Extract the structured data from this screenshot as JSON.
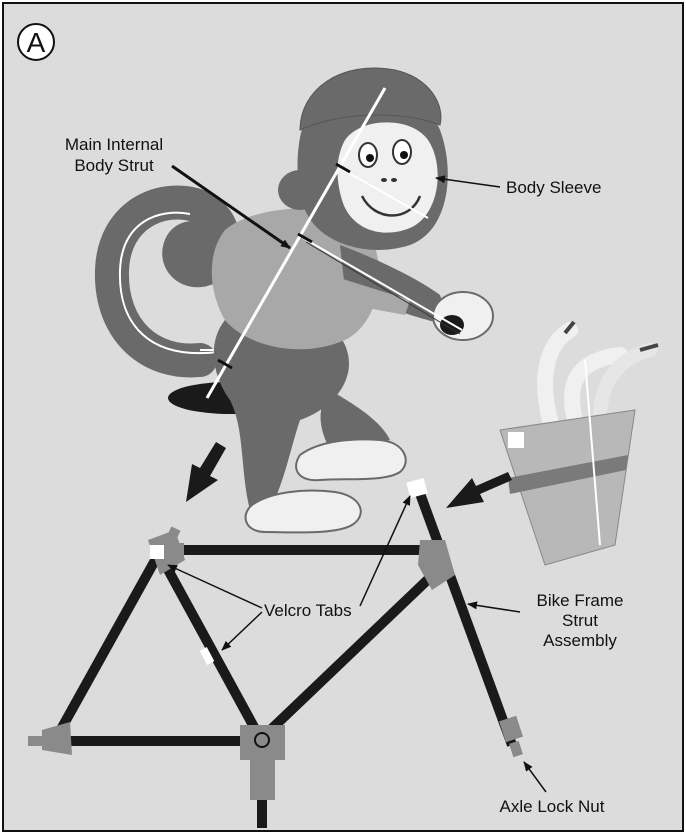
{
  "panel": {
    "badge_letter": "A",
    "background_color": "#dcdcdc",
    "border_color": "#111111"
  },
  "labels": {
    "main_strut_line1": "Main Internal",
    "main_strut_line2": "Body Strut",
    "body_sleeve": "Body Sleeve",
    "velcro_tabs": "Velcro Tabs",
    "bike_frame_line1": "Bike Frame",
    "bike_frame_line2": "Strut",
    "bike_frame_line3": "Assembly",
    "axle_lock_nut": "Axle Lock Nut"
  },
  "colors": {
    "monkey_dark": "#6a6a6a",
    "monkey_light": "#f0f0f0",
    "shirt": "#a8a8a8",
    "strut_black": "#1a1a1a",
    "connector_gray": "#8a8a8a",
    "velcro_white": "#ffffff",
    "banana_bag": "#b8b8b8",
    "banana_stripe": "#7a7a7a"
  },
  "icons": {
    "assembly_arrows": "bold-arrow-icon",
    "pointer_lines": "leader-arrow-icon"
  }
}
